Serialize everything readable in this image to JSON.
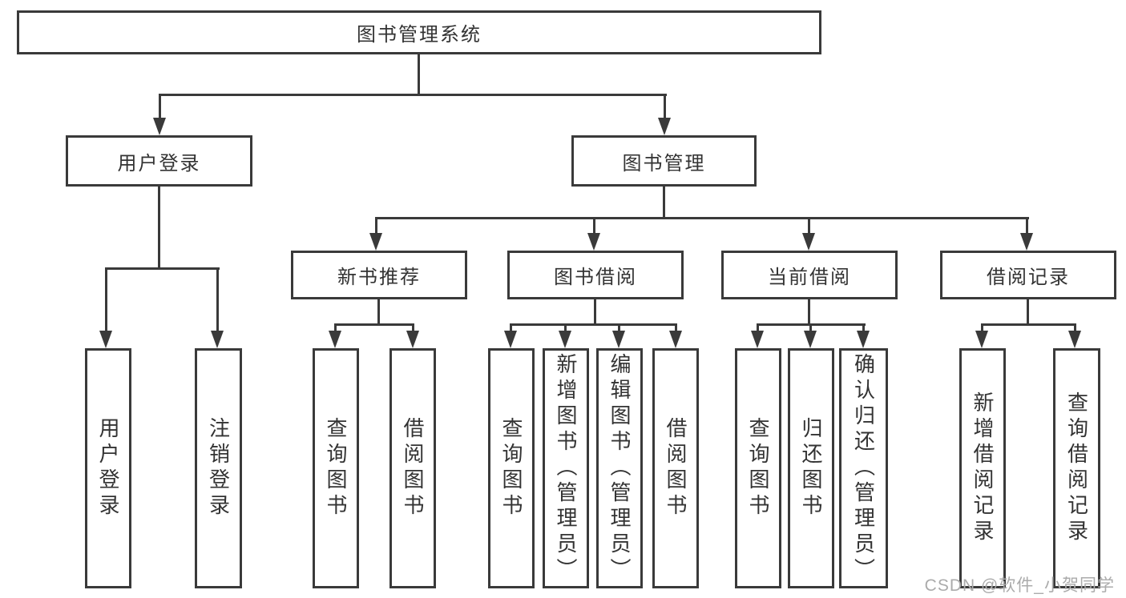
{
  "colors": {
    "line": "#3a3a3a",
    "text": "#333333",
    "background": "#ffffff",
    "watermark": "#ababab"
  },
  "tree": {
    "root": {
      "label": "图书管理系统"
    },
    "branches": [
      {
        "label": "用户登录",
        "leaves": [
          {
            "label": "用户登录"
          },
          {
            "label": "注销登录"
          }
        ]
      },
      {
        "label": "图书管理",
        "groups": [
          {
            "label": "新书推荐",
            "leaves": [
              {
                "label": "查询图书"
              },
              {
                "label": "借阅图书"
              }
            ]
          },
          {
            "label": "图书借阅",
            "leaves": [
              {
                "label": "查询图书"
              },
              {
                "label": "新增图书（管理员）"
              },
              {
                "label": "编辑图书（管理员）"
              },
              {
                "label": "借阅图书"
              }
            ]
          },
          {
            "label": "当前借阅",
            "leaves": [
              {
                "label": "查询图书"
              },
              {
                "label": "归还图书"
              },
              {
                "label": "确认归还（管理员）"
              }
            ]
          },
          {
            "label": "借阅记录",
            "leaves": [
              {
                "label": "新增借阅记录"
              },
              {
                "label": "查询借阅记录"
              }
            ]
          }
        ]
      }
    ]
  },
  "watermark": {
    "text": "CSDN @软件_小贺同学"
  }
}
